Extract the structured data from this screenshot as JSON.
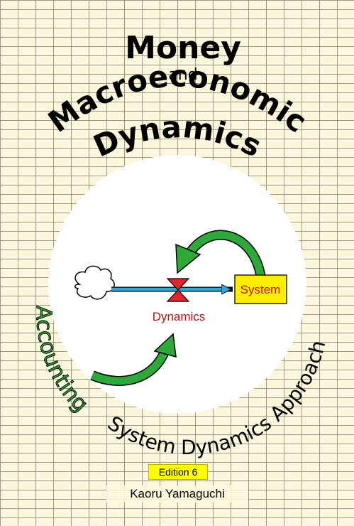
{
  "title": {
    "line1": "Money",
    "line2": "and",
    "line3": "Macroeconomic",
    "line4": "Dynamics"
  },
  "subtitle": {
    "part1": "Accounting",
    "part2": "System Dynamics Approach"
  },
  "diagram": {
    "stock_label": "System",
    "flow_label": "Dynamics",
    "cloud_icon": "cloud-icon",
    "valve_icon": "bowtie-valve-icon",
    "colors": {
      "arrow_green": "#2fa83a",
      "flow_blue": "#2aa7d6",
      "valve_red": "#e0262a",
      "stock_fill": "#ffee00",
      "stock_text": "#c0181c",
      "flow_text": "#b01616",
      "subtitle_green": "#2e9c34"
    }
  },
  "edition": "Edition 6",
  "author": "Kaoru Yamaguchi"
}
